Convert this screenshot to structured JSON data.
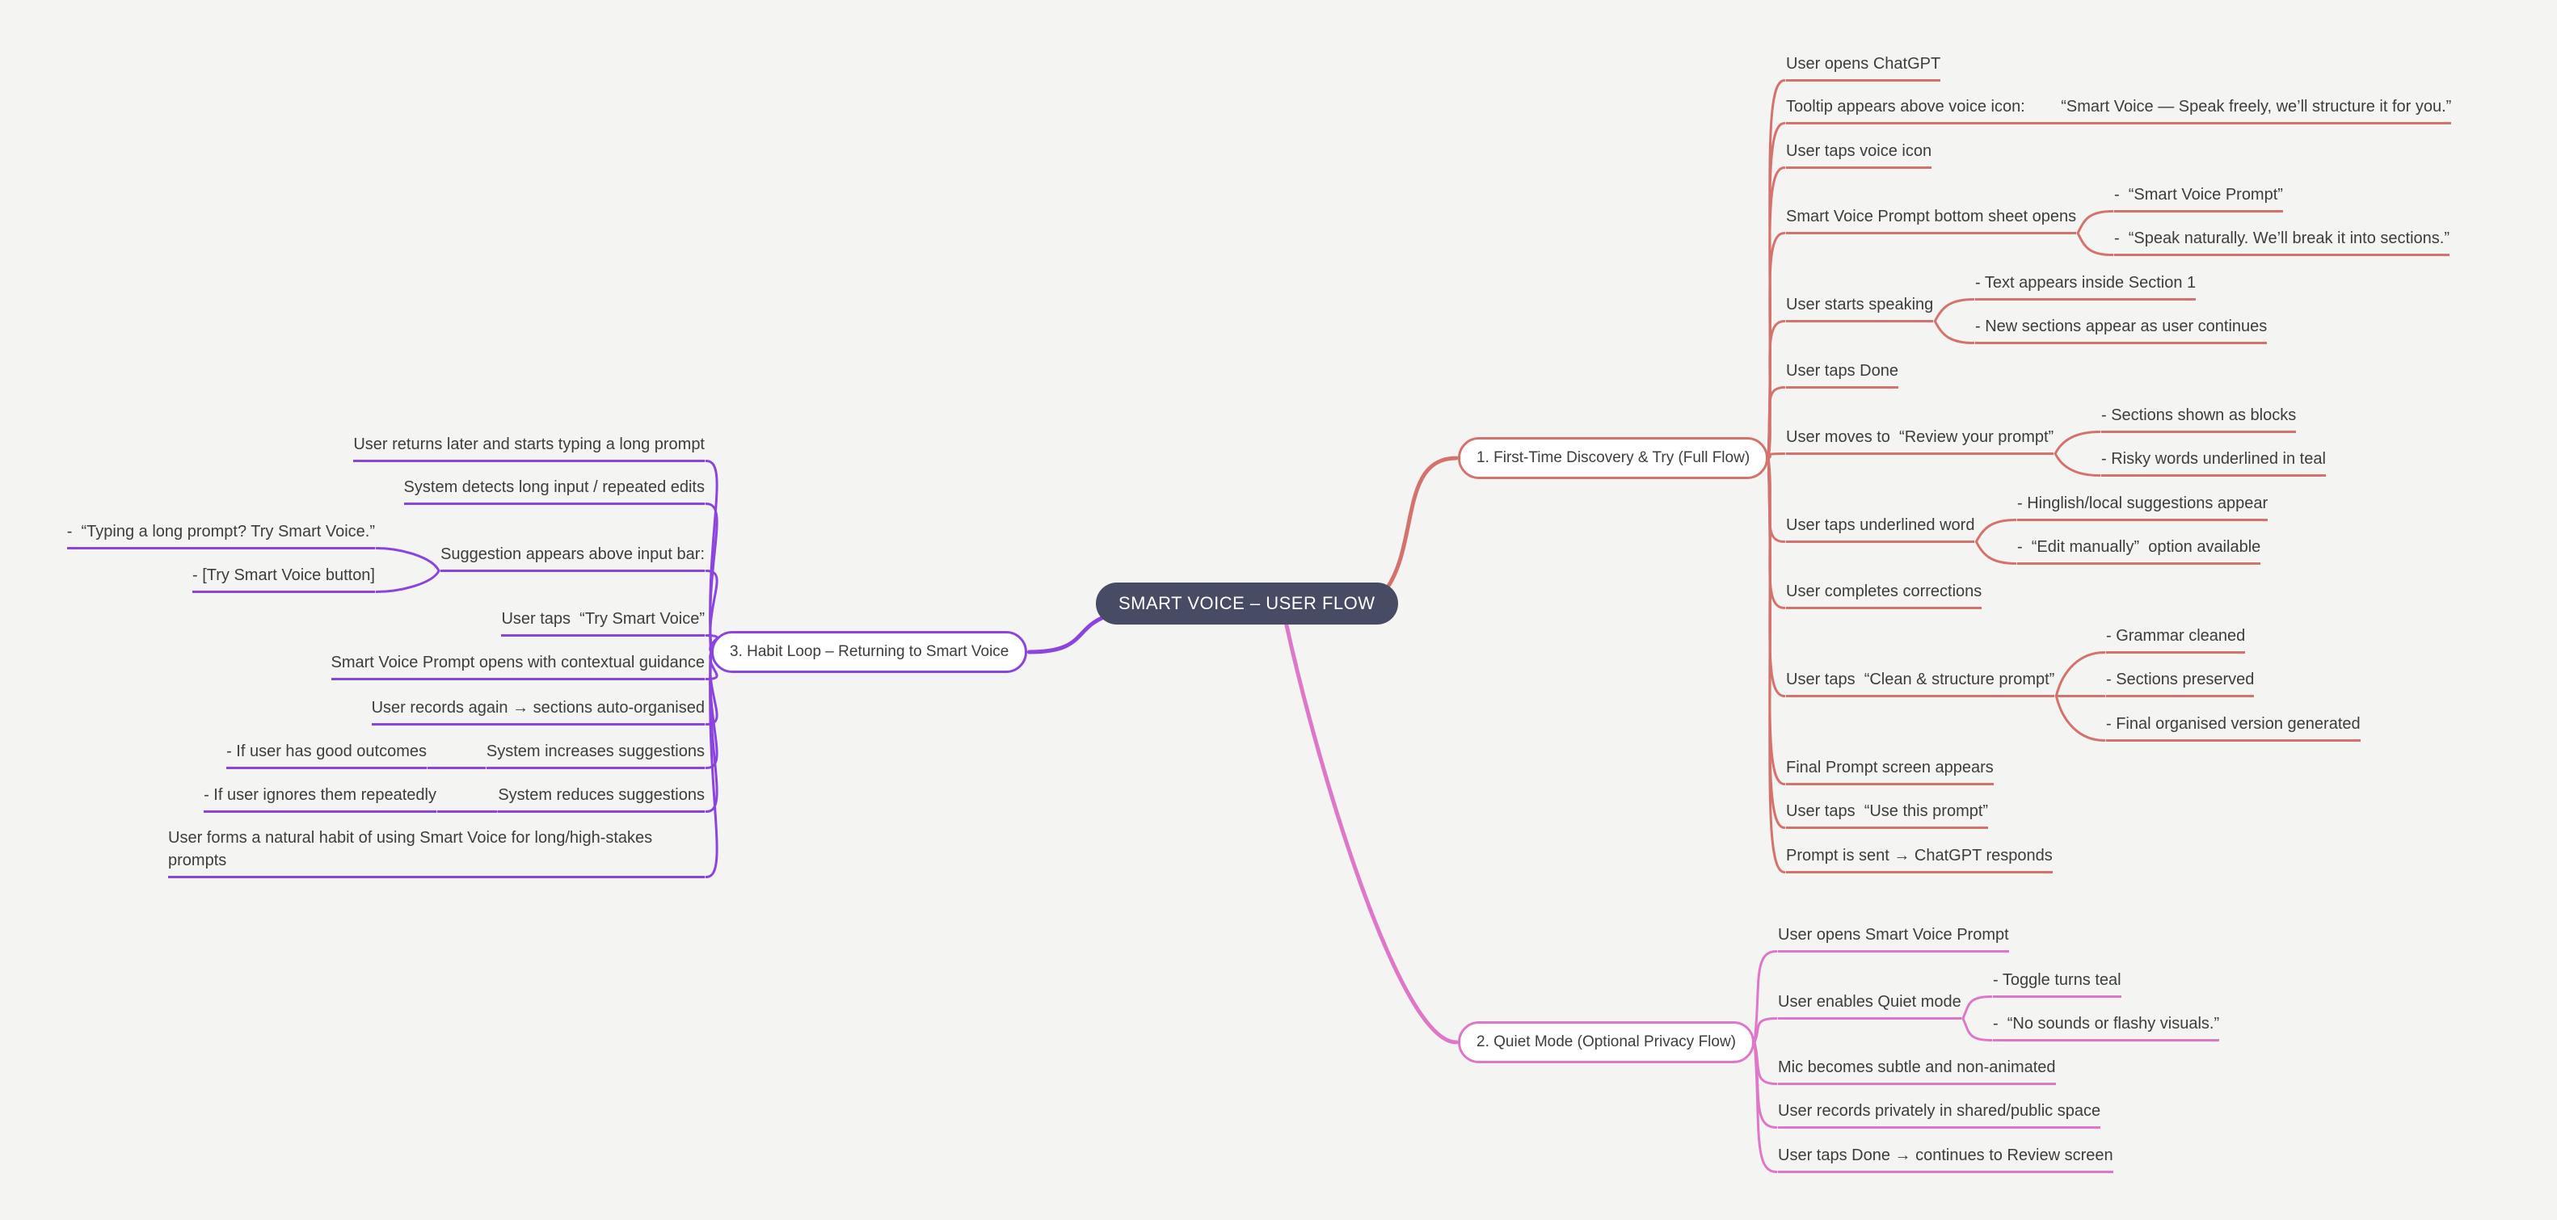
{
  "canvas": {
    "background": "#f4f4f2",
    "text_color": "#3d3d3d"
  },
  "root": {
    "label": "SMART VOICE – USER FLOW",
    "bg": "#474b63",
    "text": "#ffffff"
  },
  "branches": [
    {
      "label": "1. First-Time Discovery & Try (Full Flow)",
      "color": "#d4736e",
      "children": [
        {
          "label": "User opens ChatGPT"
        },
        {
          "label": "Tooltip appears above voice icon:        “Smart Voice — Speak freely, we’ll structure it for you.”"
        },
        {
          "label": "User taps voice icon"
        },
        {
          "label": "Smart Voice Prompt bottom sheet opens",
          "children": [
            {
              "label": "-  “Smart Voice Prompt”"
            },
            {
              "label": "-  “Speak naturally. We’ll break it into sections.”"
            }
          ]
        },
        {
          "label": "User starts speaking",
          "children": [
            {
              "label": "- Text appears inside Section 1"
            },
            {
              "label": "- New sections appear as user continues"
            }
          ]
        },
        {
          "label": "User taps Done"
        },
        {
          "label": "User moves to  “Review your prompt”",
          "children": [
            {
              "label": "- Sections shown as blocks"
            },
            {
              "label": "- Risky words underlined in teal"
            }
          ]
        },
        {
          "label": "User taps underlined word",
          "children": [
            {
              "label": "- Hinglish/local suggestions appear"
            },
            {
              "label": "-  “Edit manually”  option available"
            }
          ]
        },
        {
          "label": "User completes corrections"
        },
        {
          "label": "User taps  “Clean & structure prompt”",
          "children": [
            {
              "label": "- Grammar cleaned"
            },
            {
              "label": "- Sections preserved"
            },
            {
              "label": "- Final organised version generated"
            }
          ]
        },
        {
          "label": "Final Prompt screen appears"
        },
        {
          "label": "User taps  “Use this prompt”"
        },
        {
          "label": "Prompt is sent → ChatGPT responds"
        }
      ]
    },
    {
      "label": "2. Quiet Mode (Optional Privacy Flow)",
      "color": "#de77c7",
      "children": [
        {
          "label": "User opens Smart Voice Prompt"
        },
        {
          "label": "User enables Quiet mode",
          "children": [
            {
              "label": "- Toggle turns teal"
            },
            {
              "label": "-  “No sounds or flashy visuals.”"
            }
          ]
        },
        {
          "label": "Mic becomes subtle and non-animated"
        },
        {
          "label": "User records privately in shared/public space"
        },
        {
          "label": "User taps Done → continues to Review screen"
        }
      ]
    },
    {
      "label": "3. Habit Loop – Returning to Smart Voice",
      "color": "#8b44dd",
      "children": [
        {
          "label": "User returns later and starts typing a long prompt"
        },
        {
          "label": "System detects long input / repeated edits"
        },
        {
          "label": "Suggestion appears above input bar:",
          "children": [
            {
              "label": "-  “Typing a long prompt? Try Smart Voice.”"
            },
            {
              "label": "- [Try Smart Voice button]"
            }
          ]
        },
        {
          "label": "User taps  “Try Smart Voice”"
        },
        {
          "label": "Smart Voice Prompt opens with contextual guidance"
        },
        {
          "label": "User records again → sections auto-organised"
        },
        {
          "label": "System increases suggestions",
          "children": [
            {
              "label": "- If user has good outcomes"
            }
          ]
        },
        {
          "label": "System reduces suggestions",
          "children": [
            {
              "label": "- If user ignores them repeatedly"
            }
          ]
        },
        {
          "label": "User forms a natural habit of using Smart Voice for long/high-stakes prompts"
        }
      ]
    }
  ]
}
